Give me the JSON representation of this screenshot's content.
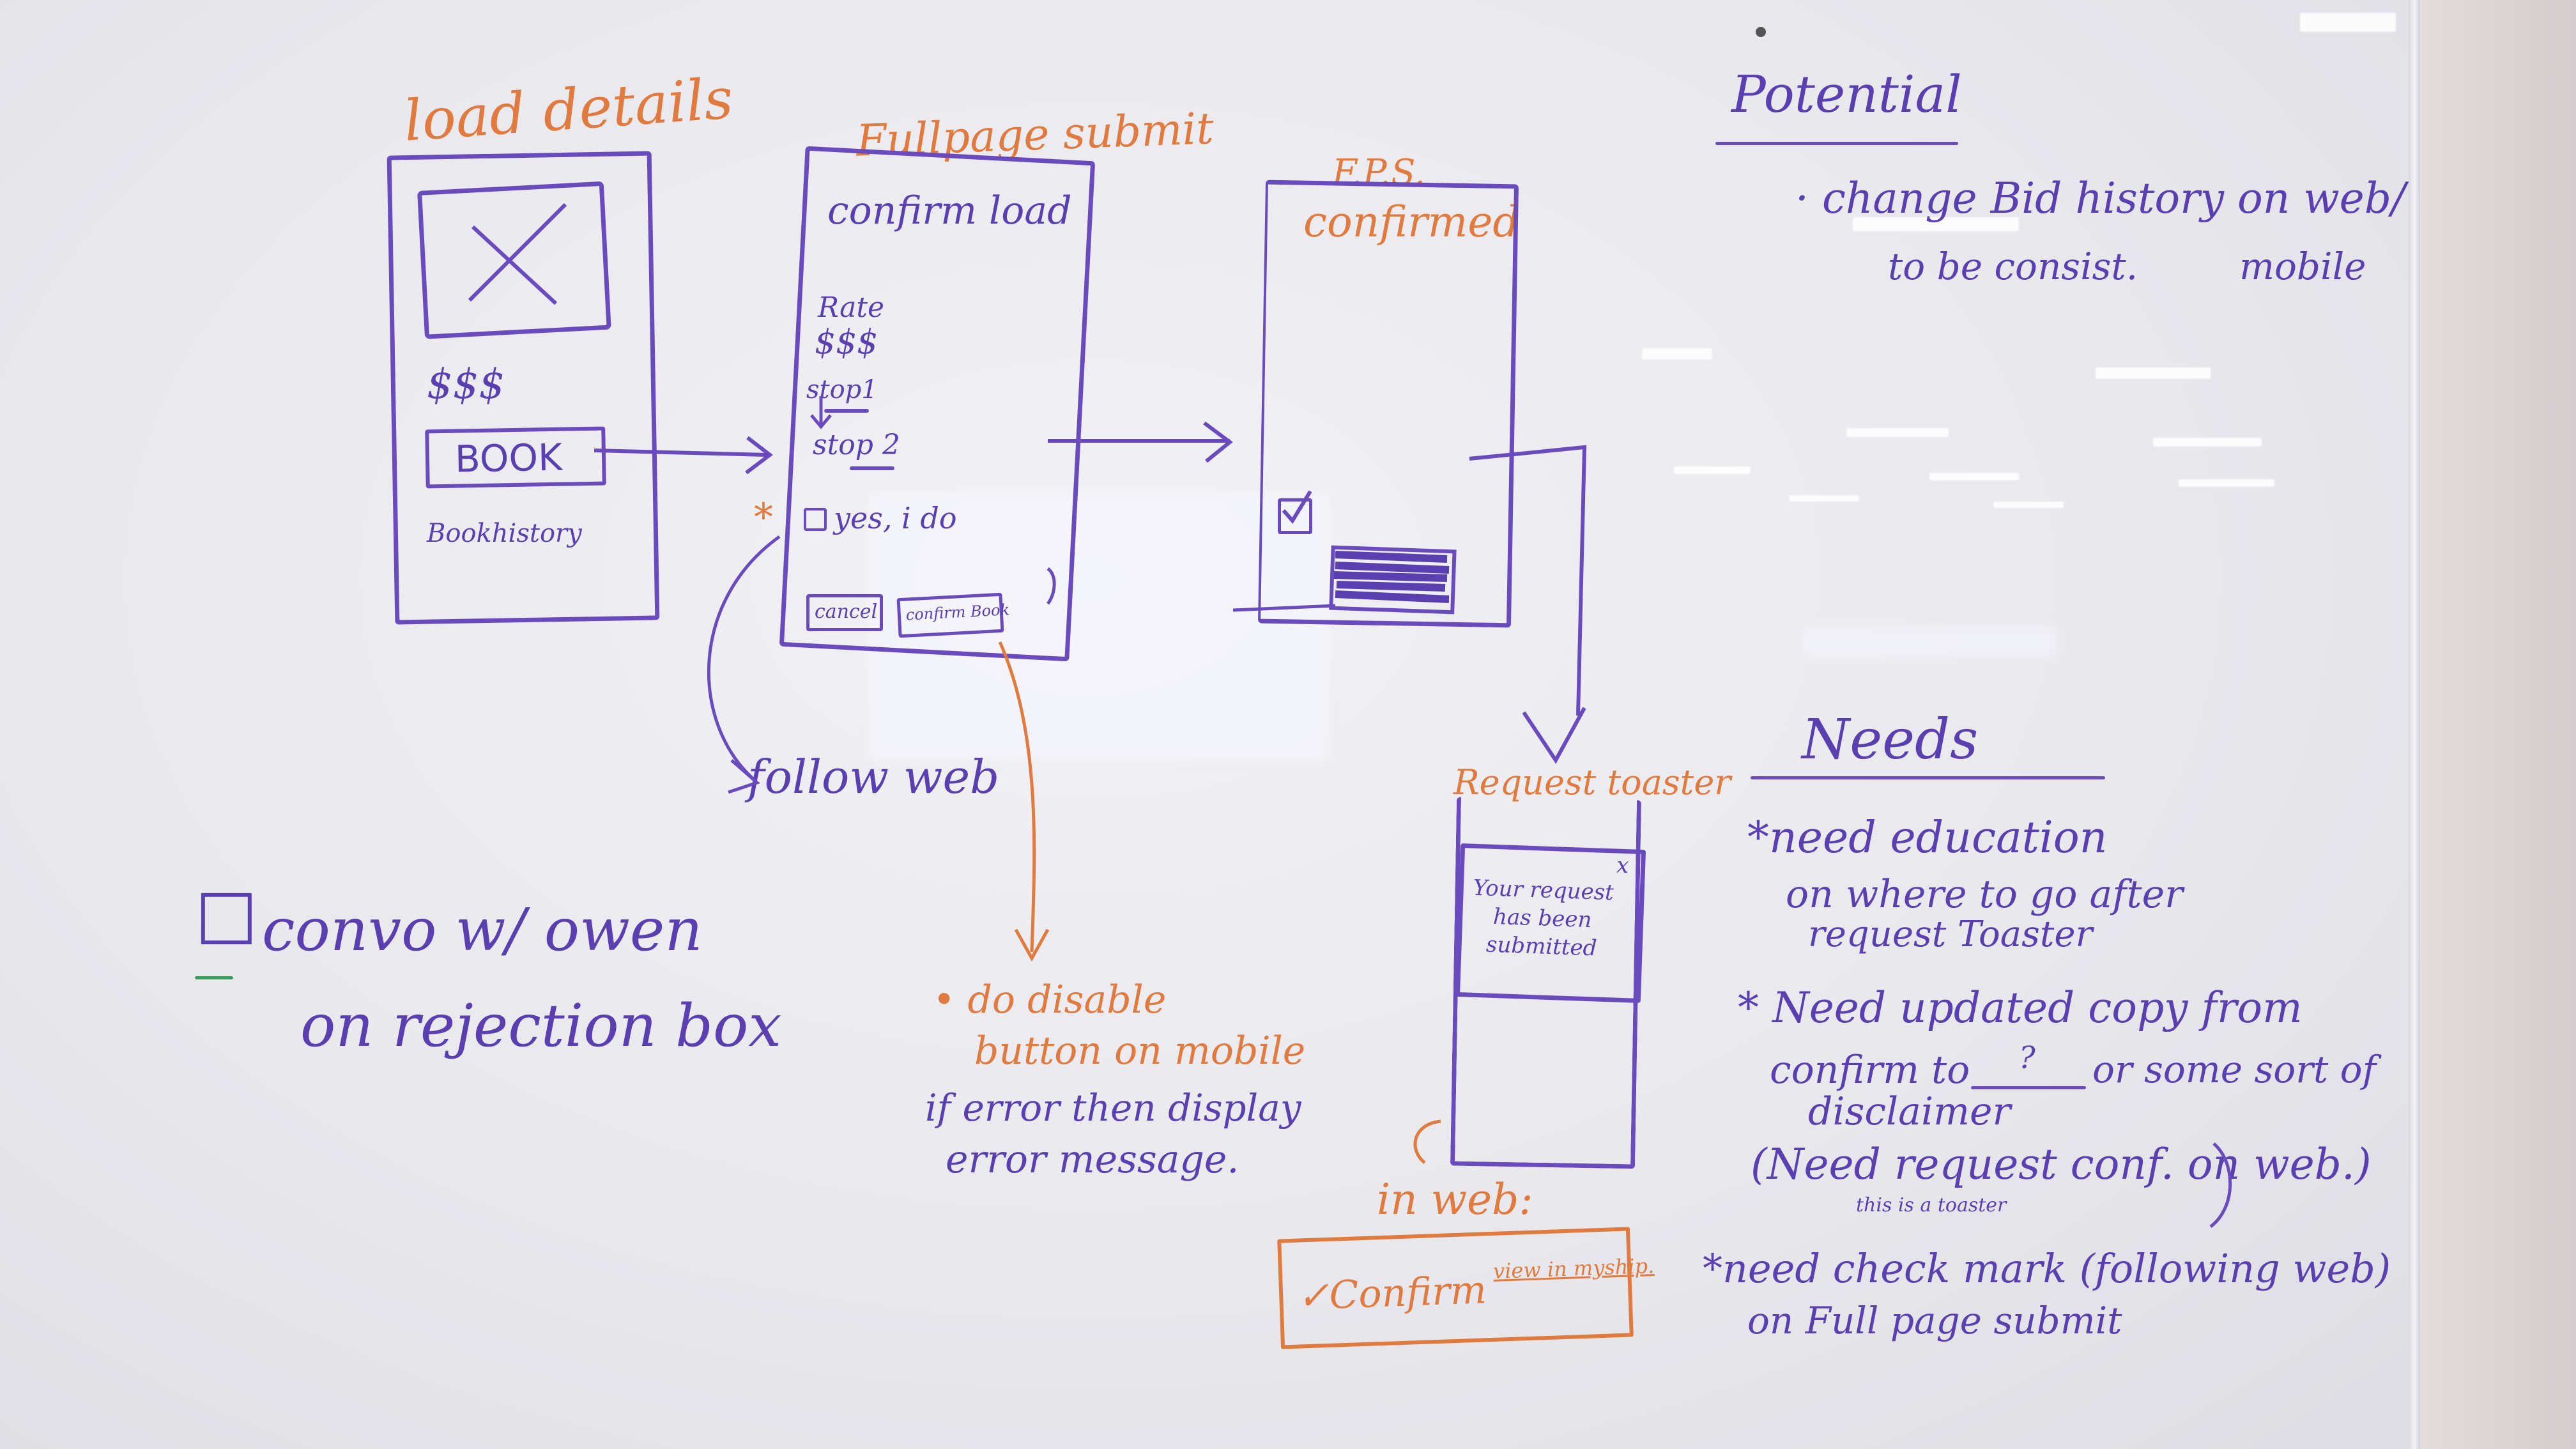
{
  "colors": {
    "purple": "#5a3fb0",
    "orange": "#e07a3e",
    "board": "#ececf0"
  },
  "load_details": {
    "title": "load details",
    "price": "$$$",
    "book_button": "BOOK",
    "history": "Bookhistory"
  },
  "full_page_submit": {
    "title": "Fullpage submit",
    "header": "confirm load",
    "rate": "Rate",
    "price": "$$$",
    "stop1": "stop1",
    "stop2": "stop 2",
    "checkbox_label": "yes, i do",
    "asterisk": "*",
    "cancel_button": "cancel",
    "confirm_button": "confirm Book"
  },
  "fps_confirmed": {
    "title": "F.P.S.",
    "subtitle": "confirmed"
  },
  "follow_web": "follow web",
  "request_toaster": {
    "title": "Request toaster",
    "message": "Your request has been submitted",
    "close": "x"
  },
  "in_web": {
    "label": "in web:",
    "confirm": "✓Confirm",
    "link": "view in myship."
  },
  "mobile_note": {
    "line1": "• do disable",
    "line2": "button on mobile",
    "line3": "if error then display",
    "line4": "error message."
  },
  "convo_note": {
    "checkbox": "☐",
    "line1": "convo w/ owen",
    "line2": "on rejection box"
  },
  "potential": {
    "heading": "Potential",
    "line1": "· change Bid history on web/",
    "line2": "to be consist.",
    "line3": "mobile"
  },
  "needs": {
    "heading": "Needs",
    "item1_line1": "*need education",
    "item1_line2": "on where to go after",
    "item1_line3": "request Toaster",
    "item2_line1": "* Need updated copy from",
    "item2_line2": "confirm to",
    "item2_blank": "?",
    "item2_line2b": "or some sort of",
    "item2_line3": "disclaimer",
    "item2_line4": "(Need request conf. on web.)",
    "item2_note": "this is a toaster",
    "item3_line1": "*need check mark (following web)",
    "item3_line2": "on Full page submit"
  }
}
